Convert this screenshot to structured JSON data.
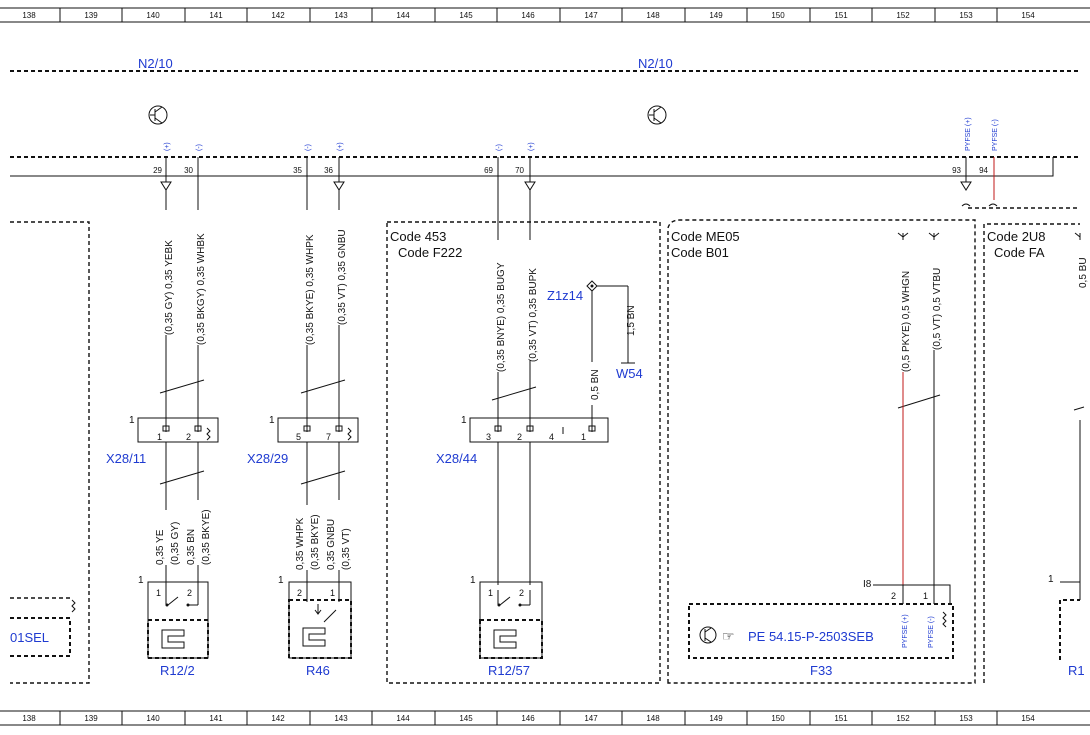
{
  "grid_columns": [
    "138",
    "139",
    "140",
    "141",
    "142",
    "143",
    "144",
    "145",
    "146",
    "147",
    "148",
    "149",
    "150",
    "151",
    "152",
    "153",
    "154"
  ],
  "modules": [
    {
      "id": "N2/10"
    },
    {
      "id": "N2/10"
    }
  ],
  "pin_signs": [
    "(+)",
    "(-)",
    "(-)",
    "(+)",
    "(-)",
    "(+)"
  ],
  "pin_numbers": [
    "29",
    "30",
    "35",
    "36",
    "69",
    "70",
    "93",
    "94"
  ],
  "pyfse_top": [
    "PYFSE (+)",
    "PYFSE (-)"
  ],
  "wires_top": [
    "(0,35 GY) 0,35 YEBK",
    "(0,35 BKGY) 0,35 WHBK",
    "(0,35 BKYE) 0,35 WHPK",
    "(0,35 VT) 0,35 GNBU",
    "(0,35 BNYE) 0,35 BUGY",
    "(0,35 VT) 0,35 BUPK",
    "(0,5 PKYE) 0,5 WHGN",
    "(0,5 VT) 0,5 VTBU",
    "0,5 BU"
  ],
  "wires_bottom": [
    "0,35 YE",
    "(0,35 GY)",
    "0,35 BN",
    "(0,35 BKYE)",
    "0,35 WHPK",
    "(0,35 BKYE)",
    "0,35 GNBU",
    "(0,35 VT)"
  ],
  "codes": [
    "Code 453",
    "Code F222",
    "Code ME05",
    "Code B01",
    "Code 2U8",
    "Code FA"
  ],
  "splice": {
    "id": "Z1z14",
    "wire": "1,5 BN",
    "ground": "W54",
    "wire2": "0,5 BN"
  },
  "connectors": [
    {
      "id": "X28/11",
      "num": "1",
      "pins": [
        "1",
        "2"
      ]
    },
    {
      "id": "X28/29",
      "num": "1",
      "pins": [
        "5",
        "7"
      ]
    },
    {
      "id": "X28/44",
      "num": "1",
      "pins": [
        "3",
        "2",
        "4",
        "1"
      ]
    }
  ],
  "components": [
    {
      "id": "R12/2",
      "num": "1",
      "pins": [
        "1",
        "2"
      ]
    },
    {
      "id": "R46",
      "num": "1",
      "pins": [
        "2",
        "1"
      ]
    },
    {
      "id": "R12/57",
      "num": "1",
      "pins": [
        "1",
        "2"
      ]
    },
    {
      "id": "F33",
      "label": "I8",
      "pins": [
        "2",
        "1"
      ],
      "ref": "PE 54.15-P-2503SEB",
      "pyfse": [
        "PYFSE (+)",
        "PYFSE (-)"
      ]
    }
  ],
  "left_cut_label": "01SEL",
  "right_edge_label": "1",
  "right_cut": "R1",
  "colors": {
    "label": "#1f3bd1",
    "red_wire": "#c01818",
    "line": "#111111"
  }
}
